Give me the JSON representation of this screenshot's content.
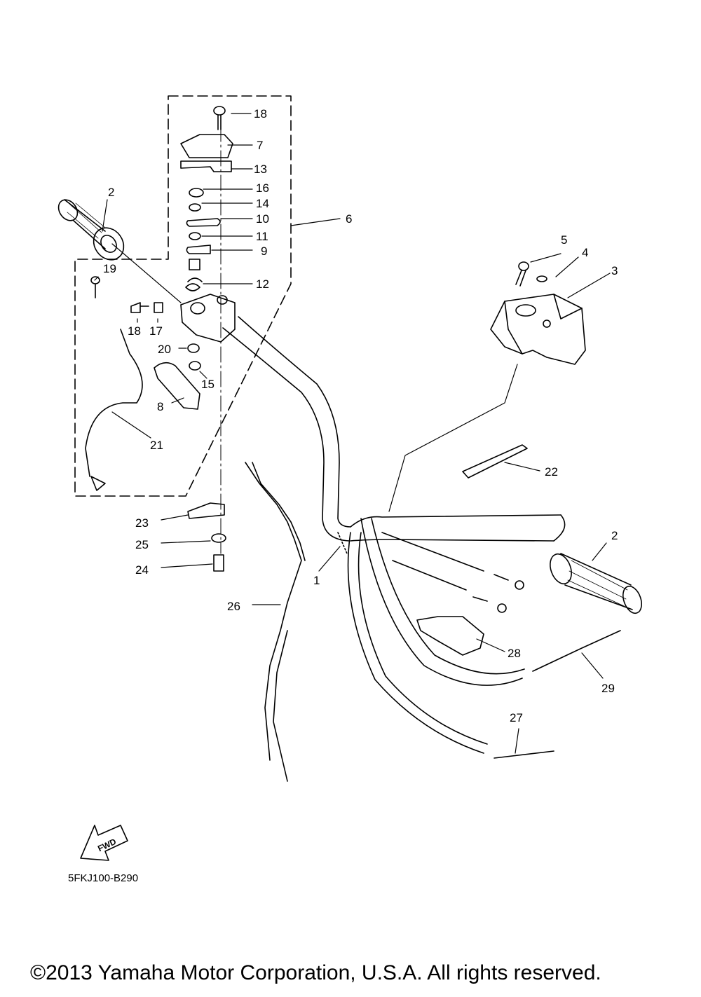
{
  "diagram_code": "5FKJ100-B290",
  "copyright": "©2013 Yamaha Motor Corporation, U.S.A. All rights reserved.",
  "fwd_label": "FWD",
  "callouts": {
    "c1": "1",
    "c2a": "2",
    "c2b": "2",
    "c3": "3",
    "c4": "4",
    "c5": "5",
    "c6": "6",
    "c7": "7",
    "c8": "8",
    "c9": "9",
    "c10": "10",
    "c11": "11",
    "c12": "12",
    "c13": "13",
    "c14": "14",
    "c15": "15",
    "c16": "16",
    "c17": "17",
    "c18a": "18",
    "c18b": "18",
    "c19": "19",
    "c20": "20",
    "c21": "21",
    "c22": "22",
    "c23": "23",
    "c24": "24",
    "c25": "25",
    "c26": "26",
    "c27": "27",
    "c28": "28",
    "c29": "29"
  }
}
